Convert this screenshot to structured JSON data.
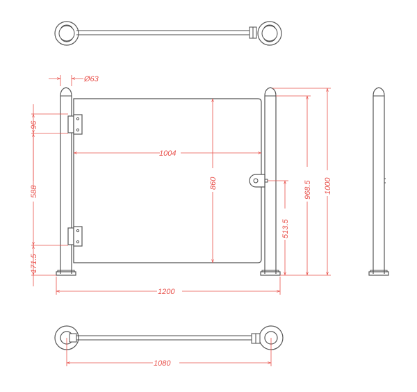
{
  "colors": {
    "outline": "#4a4a4a",
    "dimension": "#e8504a",
    "background": "#ffffff"
  },
  "dimensions": {
    "post_diameter": "Ø63",
    "hinge_height": "96",
    "hinge_spacing": "588",
    "bottom_offset": "171.5",
    "panel_width": "1004",
    "panel_height": "860",
    "latch_height": "513.5",
    "post_height_lower": "968.5",
    "post_height": "1000",
    "overall_width": "1200",
    "post_centers": "1080"
  }
}
